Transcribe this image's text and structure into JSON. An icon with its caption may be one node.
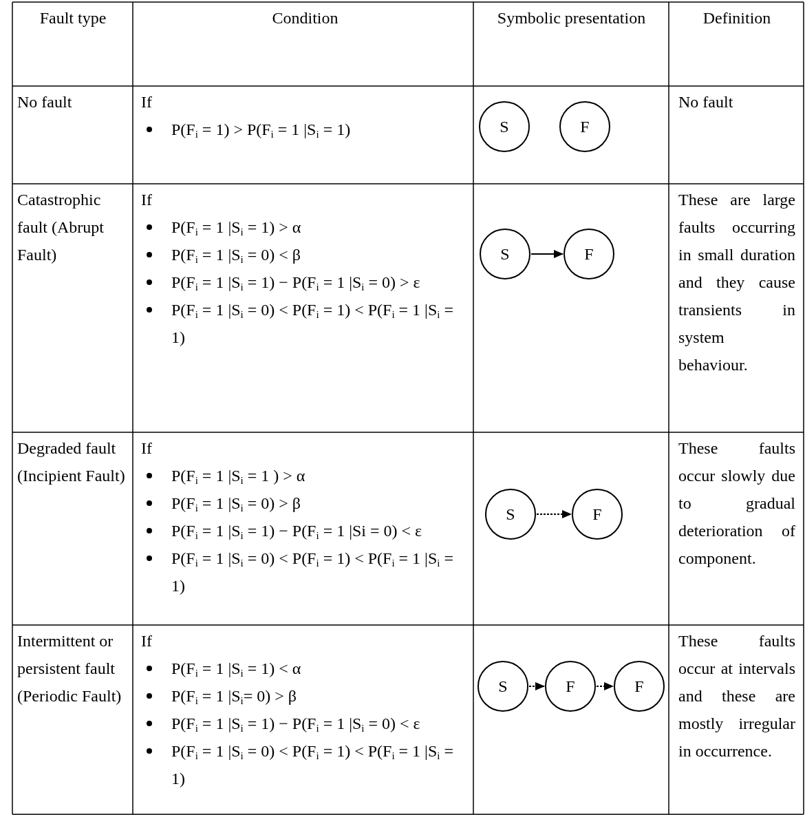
{
  "diagram": {
    "nodes": [
      {
        "text": [
          "S"
        ]
      },
      {
        "text": [
          "F"
        ]
      },
      {
        "text": [
          "S"
        ]
      },
      {
        "text": [
          "F"
        ]
      },
      {
        "text": [
          "S"
        ]
      },
      {
        "text": [
          "F"
        ]
      },
      {
        "text": [
          "S"
        ]
      },
      {
        "text": [
          "F"
        ]
      },
      {
        "text": [
          "F"
        ]
      }
    ],
    "edges": [
      {
        "from": 2,
        "to": 3,
        "arrow": "to"
      },
      {
        "from": 4,
        "to": 5,
        "arrow": "to",
        "style": "dashed"
      },
      {
        "from": 6,
        "to": 7,
        "arrow": "to",
        "style": "dashed"
      },
      {
        "from": 7,
        "to": 8,
        "arrow": "to",
        "style": "dashed"
      }
    ],
    "labels": [
      "Fault type",
      "Condition",
      "Symbolic presentation",
      "Definition",
      "No fault",
      "If",
      "P(F$_{i}$ = 1) > P(F$_{i}$ = 1 |S$_{i}$ = 1)",
      "No fault",
      "Catastrophic fault (Abrupt Fault)",
      "If",
      "P(F$_{i}$ = 1 |S$_{i}$ = 1) > α",
      "P(F$_{i}$ = 1 |S$_{i}$ = 0) < β",
      "P(F$_{i}$ = 1 |S$_{i}$ = 1) − P(F$_{i}$ = 1 |S$_{i}$ = 0) > ε",
      "P(F$_{i}$ = 1 |S$_{i}$ = 0) < P(F$_{i}$ = 1) < P(F$_{i}$ = 1 |S$_{i}$ = 1)",
      "These are large faults occurring in small duration and they cause transients in system behaviour.",
      "Degraded fault (Incipient Fault)",
      "If",
      "P(F$_{i}$ = 1 |S$_{i}$ = 1 ) > α",
      "P(F$_{i}$ = 1 |S$_{i}$ = 0) > β",
      "P(F$_{i}$ = 1 |S$_{i}$ = 1) − P(F$_{i}$ = 1 |Si = 0) < ε",
      "P(F$_{i}$ = 1 |S$_{i}$ = 0) < P(F$_{i}$ = 1) < P(F$_{i}$ = 1 |S$_{i}$ = 1)",
      "These faults occur slowly due to gradual deterioration of component.",
      "Intermittent or persistent fault (Periodic Fault)",
      "If",
      "P(F$_{i}$ = 1 |S$_{i}$ = 1) < α",
      "P(F$_{i}$ = 1 |S$_{i}$= 0) > β",
      "P(F$_{i}$ = 1 |S$_{i}$ = 1) − P(F$_{i}$ = 1 |S$_{i}$ = 0) < ε",
      "P(F$_{i}$ = 1 |S$_{i}$ = 0) < P(F$_{i}$ = 1) < P(F$_{i}$ = 1 |S$_{i}$ = 1)",
      "These faults occur at intervals and these are mostly irregular in occurrence."
    ]
  }
}
